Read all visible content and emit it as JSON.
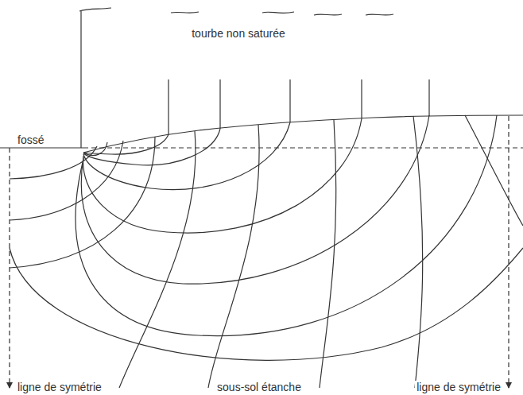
{
  "diagram": {
    "labels": [
      "tourbe non saturée",
      "fossé",
      "ligne de symétrie",
      "sous-sol étanche",
      "ligne de symétrie"
    ]
  }
}
